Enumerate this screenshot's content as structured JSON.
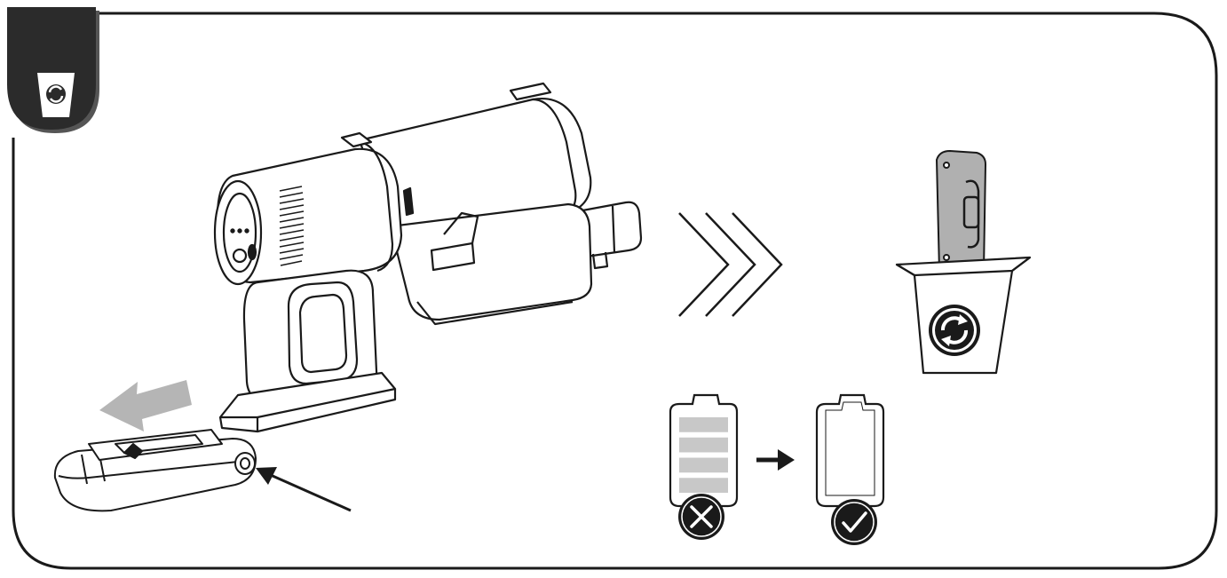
{
  "colors": {
    "background": "#ffffff",
    "ink": "#1a1a1a",
    "badge": "#2b2b2b",
    "badge_shadow": "#555555",
    "removal_arrow": "#b5b5b5",
    "battery_full_bars": "#c8c8c8",
    "recycle_bin_battery": "#b0b0b0"
  },
  "icons": {
    "corner_badge": "recycle-bin-icon",
    "step_chevrons": "triple-chevron-right-icon",
    "removal_direction": "arrow-left-icon",
    "release_pointer": "pointer-arrow-icon",
    "full_battery": "battery-full-icon",
    "not_allowed": "cross-circle-icon",
    "transition": "arrow-right-icon",
    "empty_battery": "battery-empty-icon",
    "allowed": "check-circle-icon",
    "recycle": "recycle-icon"
  },
  "battery_states": [
    {
      "state": "full",
      "fill_fraction": 1.0,
      "bars": 4,
      "allowed": false
    },
    {
      "state": "empty",
      "fill_fraction": 0.0,
      "bars": 0,
      "allowed": true
    }
  ]
}
